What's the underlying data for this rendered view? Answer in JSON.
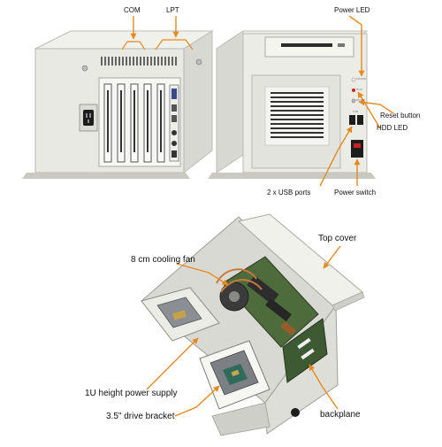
{
  "labels": {
    "com": "COM",
    "lpt": "LPT",
    "power_led": "Power LED",
    "reset_button": "Reset button",
    "hdd_led": "HDD LED",
    "usb_ports": "2 x USB ports",
    "power_switch": "Power switch",
    "top_cover": "Top cover",
    "cooling_fan": "8 cm cooling fan",
    "power_supply": "1U height power supply",
    "drive_bracket": "3.5\" drive bracket",
    "backplane": "backplane"
  },
  "front_panel_text": {
    "power": "POWER",
    "hdd": "HDD",
    "reset": "RESET",
    "usb": "USB"
  },
  "colors": {
    "arrow": "#e58a1f",
    "chassis": "#e9e9e4",
    "chassis_shade": "#cfcfc9",
    "led_red": "#cc2222"
  }
}
